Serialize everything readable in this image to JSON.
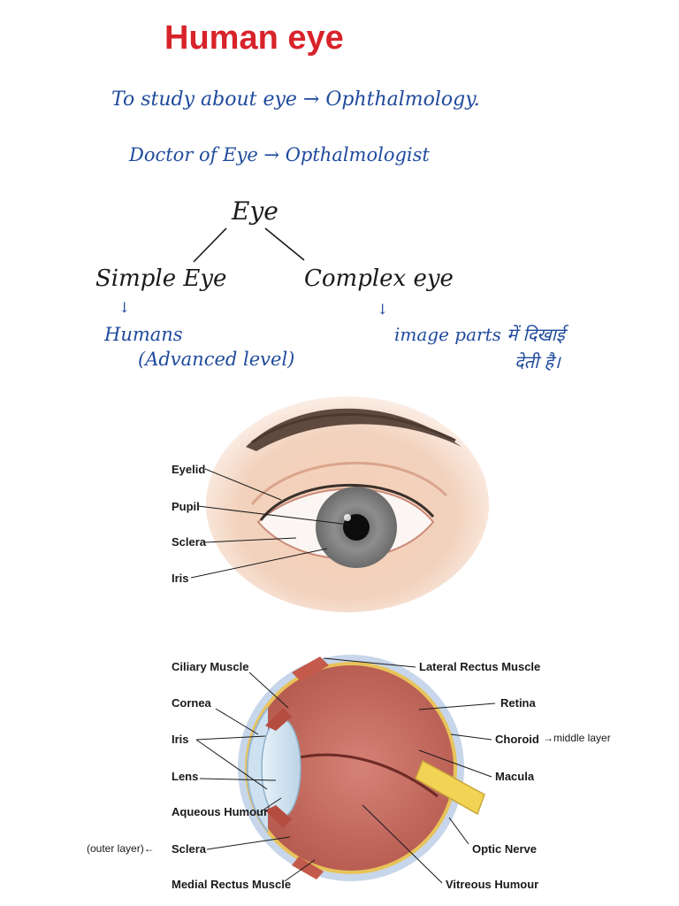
{
  "title": "Human eye",
  "notes": {
    "line1": "To study about eye → Ophthalmology.",
    "line2": "Doctor of Eye → Opthalmologist"
  },
  "tree": {
    "root": "Eye",
    "left": "Simple Eye",
    "left_arrow": "↓",
    "left_sub1": "Humans",
    "left_sub2": "(Advanced level)",
    "right": "Complex eye",
    "right_arrow": "↓",
    "right_sub1": "image parts में दिखाई",
    "right_sub2": "देती है।"
  },
  "external_eye": {
    "labels": [
      "Eyelid",
      "Pupil",
      "Sclera",
      "Iris"
    ]
  },
  "cross_section": {
    "left_labels": [
      "Ciliary Muscle",
      "Cornea",
      "Iris",
      "Lens",
      "Aqueous Humour",
      "Sclera",
      "Medial Rectus Muscle"
    ],
    "right_labels": [
      "Lateral Rectus Muscle",
      "Retina",
      "Choroid",
      "Macula",
      "Optic Nerve",
      "Vitreous Humour"
    ],
    "choroid_note": "→middle layer",
    "sclera_note": "(outer layer)←"
  }
}
